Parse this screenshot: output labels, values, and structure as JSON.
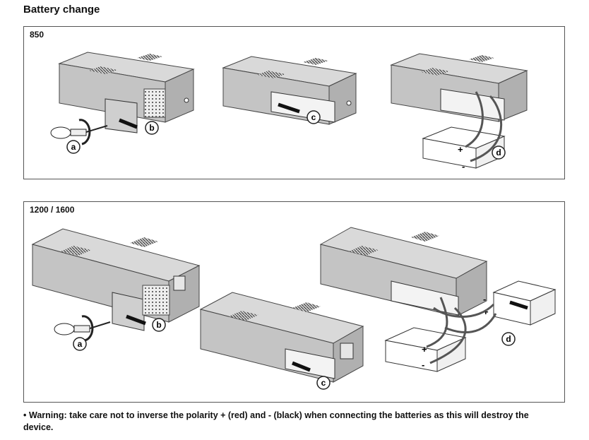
{
  "page": {
    "title": "Battery change"
  },
  "panels": [
    {
      "label": "850",
      "steps": [
        "a",
        "b",
        "c",
        "d"
      ]
    },
    {
      "label": "1200 / 1600",
      "steps": [
        "a",
        "b",
        "c",
        "d"
      ]
    }
  ],
  "polarity": {
    "plus": "+",
    "minus": "-"
  },
  "warning": {
    "bullet": "•",
    "text": "Warning: take care not to inverse the polarity + (red) and - (black) when connecting the batteries as this will destroy the device."
  }
}
